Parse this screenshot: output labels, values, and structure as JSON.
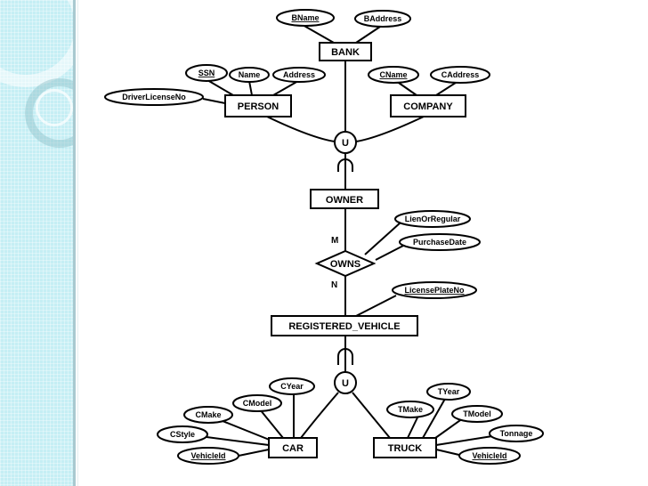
{
  "entities": {
    "bank": "BANK",
    "person": "PERSON",
    "company": "COMPANY",
    "owner": "OWNER",
    "registered_vehicle": "REGISTERED_VEHICLE",
    "car": "CAR",
    "truck": "TRUCK"
  },
  "relationship": {
    "owns": "OWNS"
  },
  "union_symbols": {
    "owner_union": "U",
    "vehicle_union": "U"
  },
  "cardinality": {
    "m": "M",
    "n": "N"
  },
  "attributes": {
    "bname": "BName",
    "baddress": "BAddress",
    "ssn": "SSN",
    "name": "Name",
    "address": "Address",
    "driver_license_no": "DriverLicenseNo",
    "cname": "CName",
    "caddress": "CAddress",
    "lien_or_regular": "LienOrRegular",
    "purchase_date": "PurchaseDate",
    "license_plate_no": "LicensePlateNo",
    "cyear": "CYear",
    "cmodel": "CModel",
    "cmake": "CMake",
    "cstyle": "CStyle",
    "car_vehicle_id": "VehicleId",
    "tyear": "TYear",
    "tmake": "TMake",
    "tmodel": "TModel",
    "tonnage": "Tonnage",
    "truck_vehicle_id": "VehicleId"
  }
}
